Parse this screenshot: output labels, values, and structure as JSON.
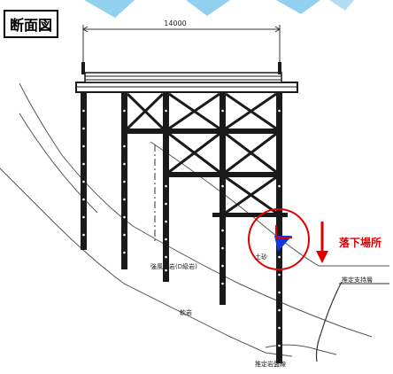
{
  "diagram": {
    "title": "断面図",
    "dimension": "14000",
    "fall_location": "落下場所",
    "labels": {
      "weathered_rock": "強風化岩(D級岩)",
      "soil": "土砂",
      "soft_rock": "軟岩",
      "estimated_support_layer": "推定支持層",
      "estimated_rock_line": "推定岩盤線"
    }
  },
  "colors": {
    "sky_bg": "#7fc8ec",
    "structure": "#1a1a1a",
    "highlight": "#e00000",
    "marker": "#1536d6"
  }
}
